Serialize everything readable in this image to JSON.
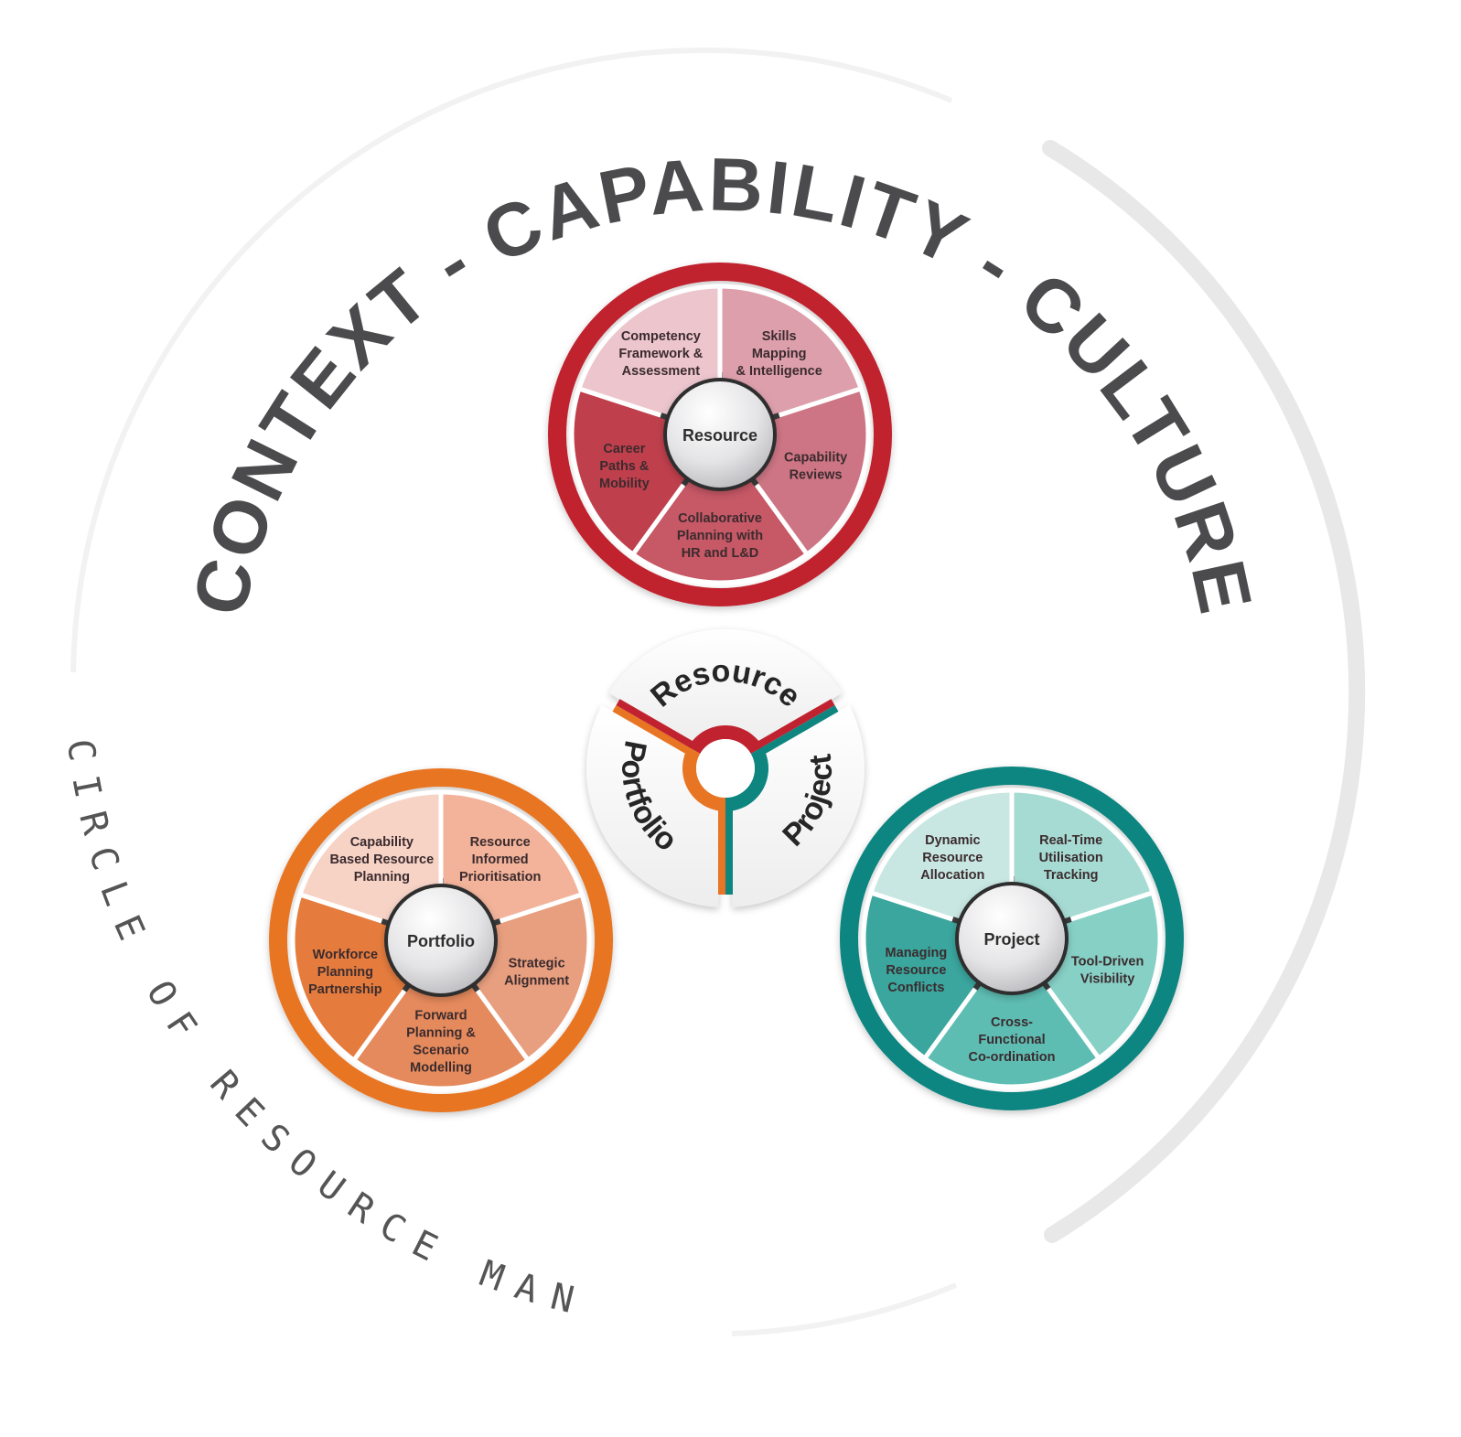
{
  "title_arc": "CONTEXT - CAPABILITY - CULTURE",
  "subtitle_arc": "CIRCLE OF RESOURCE MANAGEMENT",
  "center": {
    "labels": [
      "Resource",
      "Project",
      "Portfolio"
    ],
    "colors": [
      "#c0232f",
      "#0f8580",
      "#e87524"
    ]
  },
  "wheels": [
    {
      "name": "Resource",
      "ring_color": "#c0232f",
      "segments": [
        {
          "label": [
            "Skills",
            "Mapping",
            "& Intelligence"
          ],
          "color": "#dd9fac"
        },
        {
          "label": [
            "Capability",
            "Reviews"
          ],
          "color": "#cd7584"
        },
        {
          "label": [
            "Collaborative",
            "Planning with",
            "HR and L&D"
          ],
          "color": "#c75866"
        },
        {
          "label": [
            "Career",
            "Paths &",
            "Mobility"
          ],
          "color": "#bf3f4c"
        },
        {
          "label": [
            "Competency",
            "Framework &",
            "Assessment"
          ],
          "color": "#ecc5cd"
        }
      ]
    },
    {
      "name": "Portfolio",
      "ring_color": "#e87524",
      "segments": [
        {
          "label": [
            "Resource",
            "Informed",
            "Prioritisation"
          ],
          "color": "#f2b39a"
        },
        {
          "label": [
            "Strategic",
            "Alignment"
          ],
          "color": "#e89f7f"
        },
        {
          "label": [
            "Forward",
            "Planning &",
            "Scenario",
            "Modelling"
          ],
          "color": "#e58a5c"
        },
        {
          "label": [
            "Workforce",
            "Planning",
            "Partnership"
          ],
          "color": "#e57c3e"
        },
        {
          "label": [
            "Capability",
            "Based Resource",
            "Planning"
          ],
          "color": "#f7d3c6"
        }
      ]
    },
    {
      "name": "Project",
      "ring_color": "#0f8580",
      "segments": [
        {
          "label": [
            "Real-Time",
            "Utilisation",
            "Tracking"
          ],
          "color": "#a6dbd3"
        },
        {
          "label": [
            "Tool-Driven",
            "Visibility"
          ],
          "color": "#87d0c6"
        },
        {
          "label": [
            "Cross-",
            "Functional",
            "Co-ordination"
          ],
          "color": "#5ebdb3"
        },
        {
          "label": [
            "Managing",
            "Resource",
            "Conflicts"
          ],
          "color": "#3aa69e"
        },
        {
          "label": [
            "Dynamic",
            "Resource",
            "Allocation"
          ],
          "color": "#c8e7e2"
        }
      ]
    }
  ]
}
